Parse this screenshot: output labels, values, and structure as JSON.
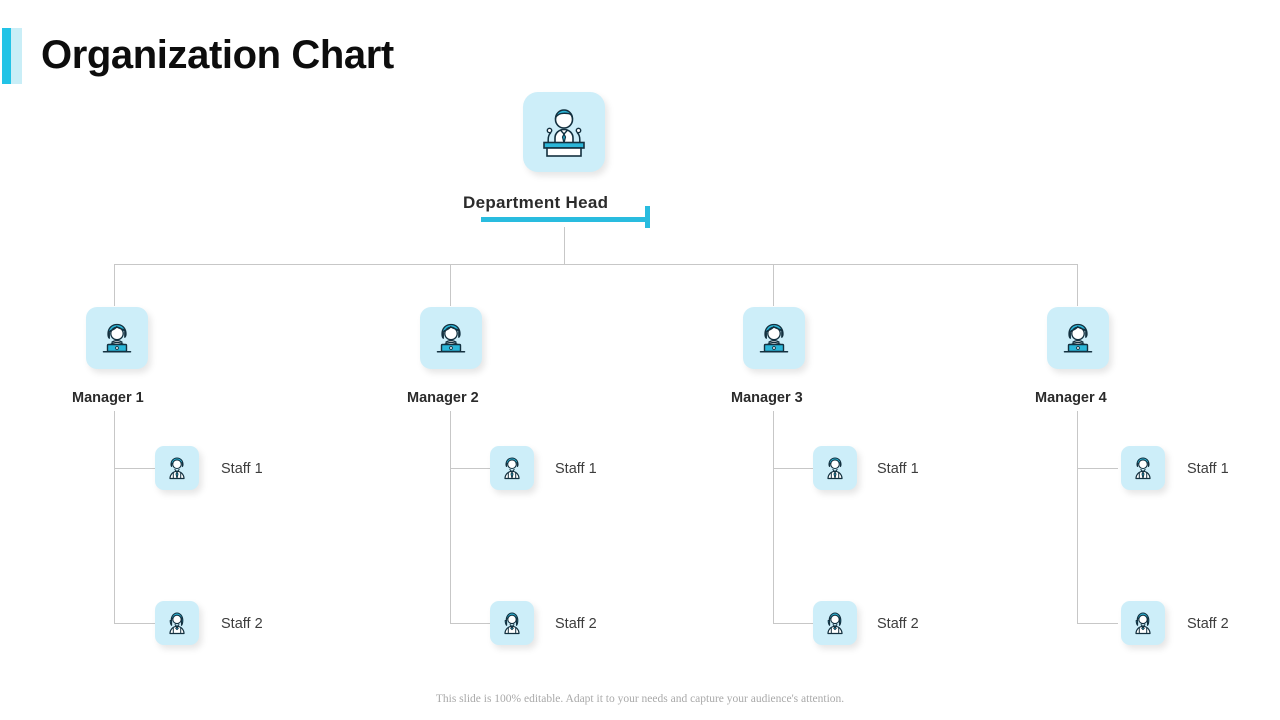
{
  "slide": {
    "title": "Organization Chart",
    "accent_color": "#22c3e6",
    "accent_light_color": "#c9eef7",
    "tile_color": "#cdeef9",
    "line_color": "#c7c7c7",
    "background": "#ffffff",
    "footer_note": "This slide is 100% editable. Adapt it to your needs and capture your audience's attention."
  },
  "chart_data": {
    "type": "diagram",
    "diagram_type": "organization-chart",
    "title": "Organization Chart",
    "root": {
      "label": "Department Head",
      "icon": "person-at-podium-icon",
      "underline_color": "#29bcdf"
    },
    "levels": [
      "Department Head",
      "Manager",
      "Staff"
    ],
    "branches": [
      {
        "manager": {
          "label": "Manager 1",
          "icon": "woman-with-laptop-icon"
        },
        "staff": [
          {
            "label": "Staff  1",
            "icon": "man-in-suit-icon"
          },
          {
            "label": "Staff  2",
            "icon": "woman-in-suit-icon"
          }
        ]
      },
      {
        "manager": {
          "label": "Manager 2",
          "icon": "woman-with-laptop-icon"
        },
        "staff": [
          {
            "label": "Staff  1",
            "icon": "man-in-suit-icon"
          },
          {
            "label": "Staff  2",
            "icon": "woman-in-suit-icon"
          }
        ]
      },
      {
        "manager": {
          "label": "Manager 3",
          "icon": "woman-with-laptop-icon"
        },
        "staff": [
          {
            "label": "Staff  1",
            "icon": "man-in-suit-icon"
          },
          {
            "label": "Staff  2",
            "icon": "woman-in-suit-icon"
          }
        ]
      },
      {
        "manager": {
          "label": "Manager 4",
          "icon": "woman-with-laptop-icon"
        },
        "staff": [
          {
            "label": "Staff  1",
            "icon": "man-in-suit-icon"
          },
          {
            "label": "Staff  2",
            "icon": "woman-in-suit-icon"
          }
        ]
      }
    ]
  }
}
